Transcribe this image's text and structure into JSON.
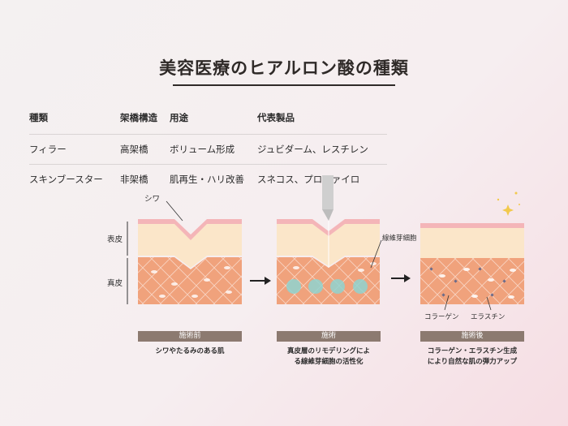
{
  "title": "美容医療のヒアルロン酸の種類",
  "table": {
    "headers": [
      "種類",
      "架橋構造",
      "用途",
      "代表製品"
    ],
    "rows": [
      [
        "フィラー",
        "高架橋",
        "ボリューム形成",
        "ジュビダーム、レスチレン"
      ],
      [
        "スキンブースター",
        "非架橋",
        "肌再生・ハリ改善",
        "スネコス、プロファイロ"
      ]
    ]
  },
  "diagram": {
    "wrinkle_label": "シワ",
    "epidermis_label": "表皮",
    "dermis_label": "真皮",
    "fibroblast_label": "線維芽細胞",
    "collagen_label": "コラーゲン",
    "elastin_label": "エラスチン",
    "panels": [
      {
        "tag": "施術前",
        "desc": [
          "シワやたるみのある肌"
        ]
      },
      {
        "tag": "施術",
        "desc": [
          "真皮層のリモデリングによ",
          "る線維芽細胞の活性化"
        ]
      },
      {
        "tag": "施術後",
        "desc": [
          "コラーゲン・エラスチン生成",
          "により自然な肌の弾力アップ"
        ]
      }
    ],
    "colors": {
      "epidermis": "#fbe6c9",
      "dermis": "#f0a27c",
      "surface": "#f4b5b8",
      "cells": "#8fd3d0",
      "label_bg": "#8c7a70"
    }
  }
}
